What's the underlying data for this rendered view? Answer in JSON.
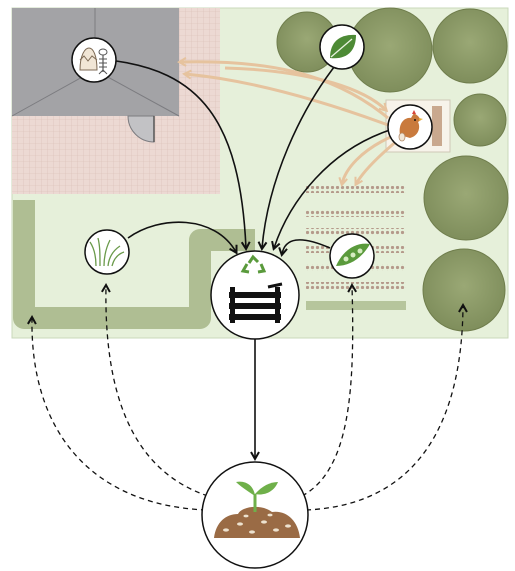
{
  "diagram": {
    "nodes": [
      {
        "id": "kitchen-scraps",
        "icon": "egg-shell-fish-bone-icon"
      },
      {
        "id": "leaves",
        "icon": "leaf-icon"
      },
      {
        "id": "chickens",
        "icon": "chicken-egg-icon"
      },
      {
        "id": "grass-clippings",
        "icon": "grass-icon"
      },
      {
        "id": "garden-waste",
        "icon": "pea-pod-icon"
      },
      {
        "id": "compost-bin",
        "icon": "recycle-bin-icon"
      },
      {
        "id": "finished-compost",
        "icon": "sprout-soil-icon"
      }
    ],
    "colors": {
      "lawn": "#e6f0da",
      "house_roof": "#a3a3a6",
      "patio_tile": "#ecd9d3",
      "tree_canopy": "#8c9a67",
      "hedge": "#a8b88b",
      "flow_arrow": "#111111",
      "chicken_arrow": "#e6c39e",
      "soil": "#9a6b45",
      "sprout": "#6fb04a"
    }
  }
}
